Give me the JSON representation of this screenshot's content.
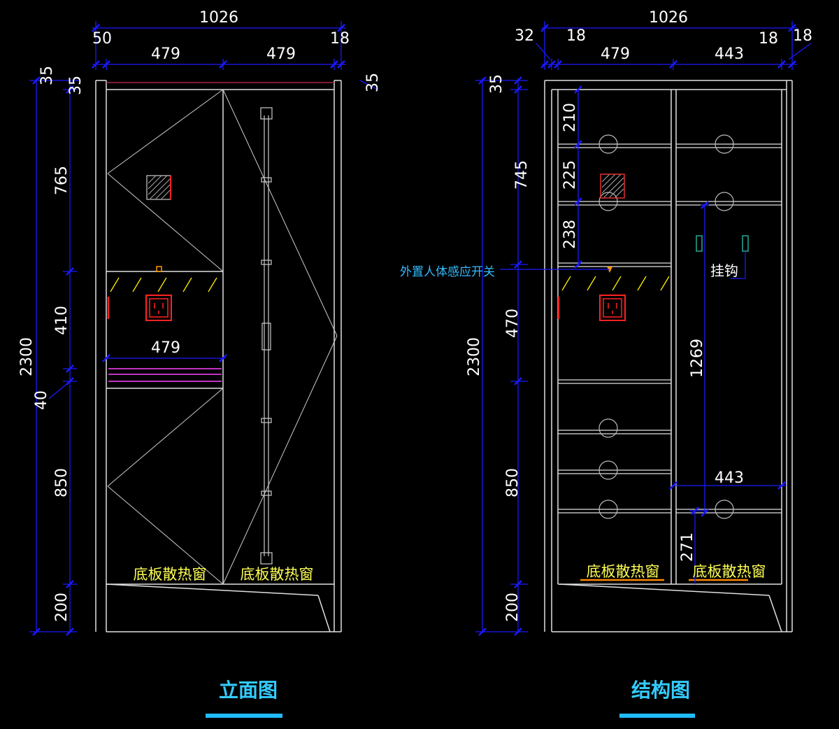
{
  "colors": {
    "background": "#000000",
    "dimension_line": "#1a1aff",
    "cabinet_line": "#e0e0e0",
    "label_yellow": "#ffff55",
    "title_cyan": "#33ccff",
    "accent_red": "#ff2222",
    "accent_magenta": "#ff44ff"
  },
  "elevation": {
    "title": "立面图",
    "top_dims": {
      "overall": "1026",
      "left_edge": "50",
      "right_edge": "18",
      "left_door": "479",
      "right_door": "479"
    },
    "side_dims": {
      "top_a": "35",
      "top_b": "35",
      "upper": "765",
      "middle": "410",
      "gap": "40",
      "overall": "2300",
      "lower": "850",
      "base": "200",
      "right_top": "35"
    },
    "inner_width": "479",
    "vent_left": "底板散热窗",
    "vent_right": "底板散热窗"
  },
  "structure": {
    "title": "结构图",
    "top_dims": {
      "overall": "1026",
      "left_a": "32",
      "left_b": "18",
      "right_a": "18",
      "right_b": "18",
      "left_bay": "479",
      "right_bay": "443"
    },
    "side_dims": {
      "top": "35",
      "upper": "745",
      "middle": "470",
      "overall": "2300",
      "lower": "850",
      "base": "200"
    },
    "shelf_dims": {
      "s1": "210",
      "s2": "225",
      "s3": "238"
    },
    "rail_height": "1269",
    "rail_width": "443",
    "bottom_gap": "271",
    "sensor_label": "外置人体感应开关",
    "hook_label": "挂钩",
    "vent_left": "底板散热窗",
    "vent_right": "底板散热窗"
  }
}
